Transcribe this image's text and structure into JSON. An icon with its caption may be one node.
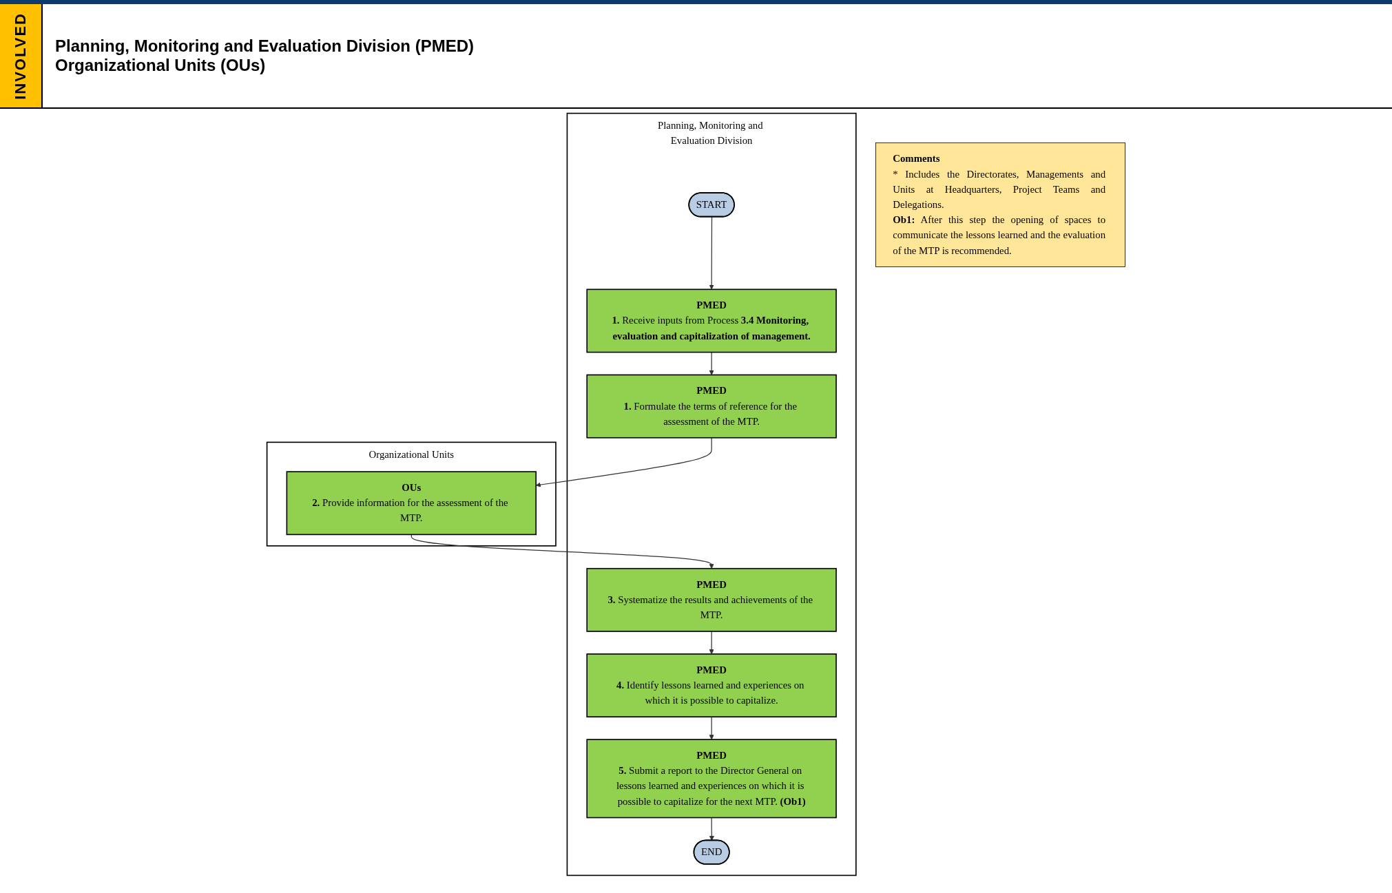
{
  "diagram": {
    "nodes": [
      {
        "text": [
          "Planning, Monitoring and Evaluation Division"
        ]
      },
      {
        "text": [
          "START"
        ],
        "in": 0
      },
      {
        "text": [
          "PMED",
          "**1.** Receive inputs from Process **3.4 Monitoring, evaluation and capitalization of management.**"
        ],
        "in": 0
      },
      {
        "text": [
          "PMED",
          "**1.** Formulate the terms of reference for the assessment of the MTP."
        ],
        "in": 0
      },
      {
        "text": [
          "PMED",
          "**3.** Systematize the results and achievements of the MTP."
        ],
        "in": 0
      },
      {
        "text": [
          "PMED",
          "**4.** Identify lessons learned and experiences on which it is possible to capitalize."
        ],
        "in": 0
      },
      {
        "text": [
          "PMED",
          "**5.** Submit a report to the Director General on lessons learned and experiences on which it is possible to capitalize for the next MTP. **(Ob1)**"
        ],
        "in": 0
      },
      {
        "text": [
          "END"
        ],
        "in": 0
      },
      {
        "text": [
          "Organizational Units"
        ]
      },
      {
        "text": [
          "OUs",
          "**2.** Provide information for the assessment of the MTP."
        ],
        "in": 8
      },
      {
        "text": [
          "Comments",
          "* Includes the Directorates, Managements and Units at Headquarters, Project Teams and Delegations.",
          "**Ob1:** After this step the opening of spaces to communicate the lessons learned and the evaluation of the MTP is recommended."
        ]
      }
    ],
    "edges": [
      {
        "from": 1,
        "to": 2,
        "arrow": "to"
      },
      {
        "from": 2,
        "to": 3,
        "arrow": "to"
      },
      {
        "from": 3,
        "to": 9,
        "arrow": "to"
      },
      {
        "from": 9,
        "to": 4,
        "arrow": "to"
      },
      {
        "from": 4,
        "to": 5,
        "arrow": "to"
      },
      {
        "from": 5,
        "to": 6,
        "arrow": "to"
      },
      {
        "from": 6,
        "to": 7,
        "arrow": "to"
      }
    ],
    "labels": [
      "INVOLVED",
      "Planning, Monitoring and Evaluation Division (PMED)",
      "Organizational Units (OUs)"
    ]
  }
}
